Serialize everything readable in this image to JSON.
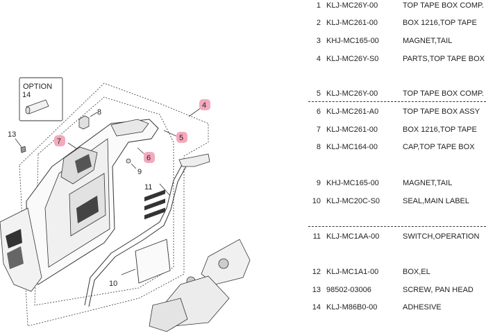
{
  "diagram": {
    "option_label": "OPTION",
    "callouts": [
      "4",
      "5",
      "6",
      "7",
      "8",
      "9",
      "10",
      "11",
      "13",
      "14"
    ]
  },
  "parts_list": [
    {
      "no": "1",
      "part": "KLJ-MC26Y-00",
      "desc": "TOP TAPE BOX COMP."
    },
    {
      "no": "2",
      "part": "KLJ-MC261-00",
      "desc": "BOX 1216,TOP TAPE"
    },
    {
      "no": "3",
      "part": "KHJ-MC165-00",
      "desc": "MAGNET,TAIL"
    },
    {
      "no": "4",
      "part": "KLJ-MC26Y-S0",
      "desc": "PARTS,TOP TAPE BOX"
    },
    {
      "no": "5",
      "part": "KLJ-MC26Y-00",
      "desc": "TOP TAPE BOX COMP."
    },
    {
      "no": "6",
      "part": "KLJ-MC261-A0",
      "desc": "TOP TAPE BOX ASSY"
    },
    {
      "no": "7",
      "part": "KLJ-MC261-00",
      "desc": "BOX 1216,TOP TAPE"
    },
    {
      "no": "8",
      "part": "KLJ-MC164-00",
      "desc": "CAP,TOP TAPE BOX"
    },
    {
      "no": "9",
      "part": "KHJ-MC165-00",
      "desc": "MAGNET,TAIL"
    },
    {
      "no": "10",
      "part": "KLJ-MC20C-S0",
      "desc": "SEAL,MAIN LABEL"
    },
    {
      "no": "11",
      "part": "KLJ-MC1AA-00",
      "desc": "SWITCH,OPERATION"
    },
    {
      "no": "12",
      "part": "KLJ-MC1A1-00",
      "desc": "BOX,EL"
    },
    {
      "no": "13",
      "part": "98502-03006",
      "desc": "SCREW, PAN HEAD"
    },
    {
      "no": "14",
      "part": "KLJ-M86B0-00",
      "desc": "ADHESIVE"
    }
  ]
}
